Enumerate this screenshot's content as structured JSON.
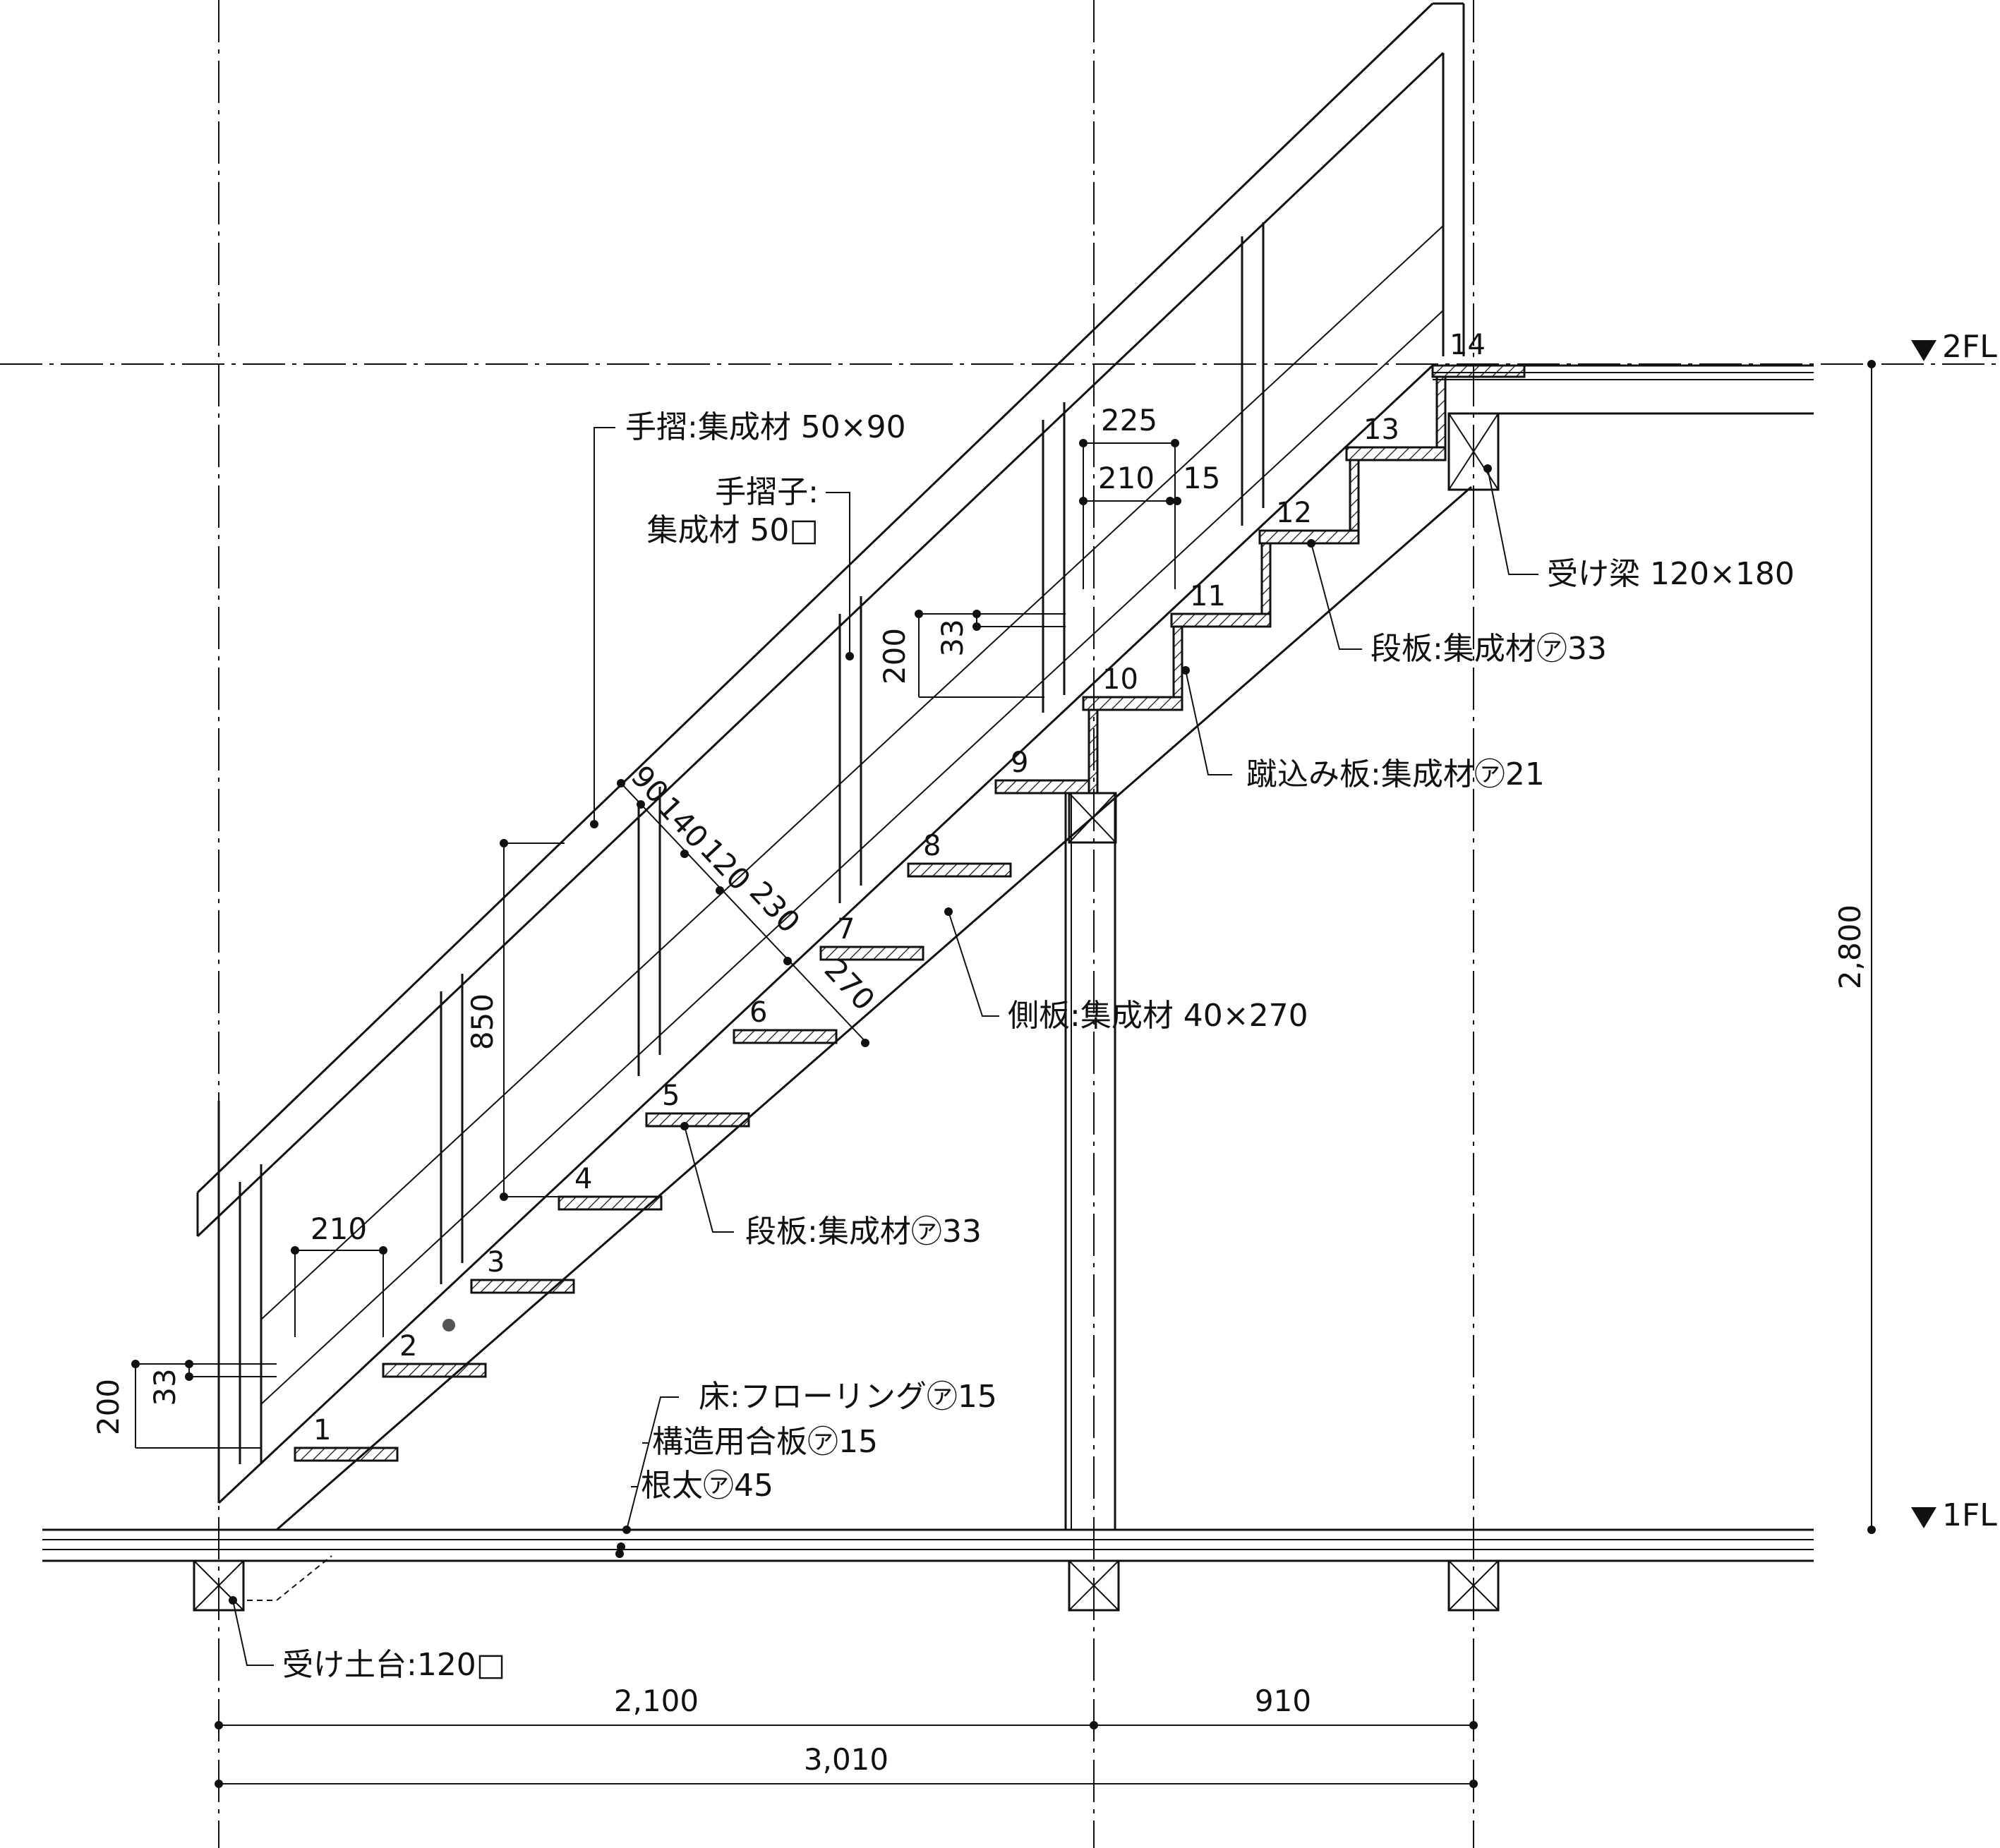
{
  "levels": {
    "upper": "2FL",
    "lower": "1FL"
  },
  "steps": [
    "1",
    "2",
    "3",
    "4",
    "5",
    "6",
    "7",
    "8",
    "9",
    "10",
    "11",
    "12",
    "13",
    "14"
  ],
  "dimensions": {
    "total_height": "2,800",
    "span_left": "2,100",
    "span_right": "910",
    "span_total": "3,010",
    "handrail_height": "850",
    "stringer_section": [
      "90",
      "140",
      "120",
      "230",
      "270"
    ],
    "tread_depth_lower": "210",
    "riser_lower": "200",
    "tread_thickness_lower": "33",
    "tread_depth_upper_a": "225",
    "tread_depth_upper_b": "210",
    "nosing_upper": "15",
    "riser_upper": "200",
    "tread_thickness_upper": "33"
  },
  "labels": {
    "handrail": "手摺:集成材 50×90",
    "baluster_a": "手摺子:",
    "baluster_b": "集成材 50□",
    "stringer": "側板:集成材 40×270",
    "tread_lower": "段板:集成材㋐33",
    "tread_upper": "段板:集成材㋐33",
    "riser_board": "蹴込み板:集成材㋐21",
    "beam": "受け梁 120×180",
    "floor": "床:フローリング㋐15",
    "plywood": "構造用合板㋐15",
    "joist": "根太㋐45",
    "sill": "受け土台:120□"
  }
}
